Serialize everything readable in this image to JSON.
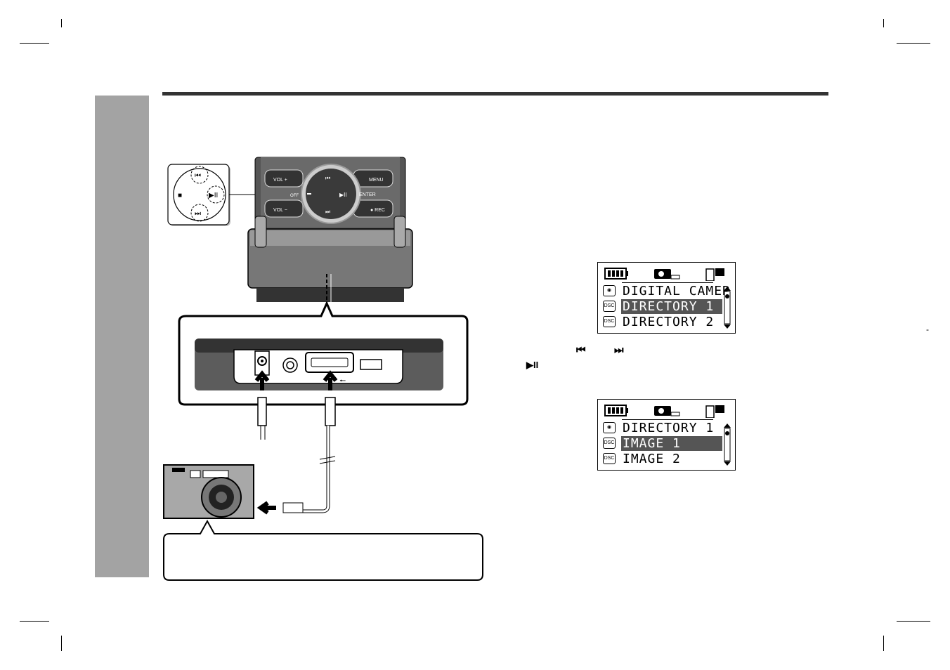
{
  "page": {
    "sidebar_color": "#a3a3a3",
    "rule_color": "#333333"
  },
  "remote": {
    "vol_plus": "VOL +",
    "vol_minus": "VOL −",
    "off": "OFF",
    "menu": "MENU",
    "enter": "ENTER",
    "rec": "● REC",
    "play_pause": "▶II",
    "prev": "⏮",
    "next": "⏭"
  },
  "key_legend": {
    "prev": "⏮",
    "next": "⏭",
    "play_pause": "▶II",
    "stop": "■"
  },
  "screen1": {
    "rows": [
      {
        "icon": "camera-folder",
        "text": "DIGITAL CAMER",
        "selected": false
      },
      {
        "icon": "DSC",
        "text": "DIRECTORY 1",
        "selected": true
      },
      {
        "icon": "DSC",
        "text": "DIRECTORY 2",
        "selected": false
      }
    ]
  },
  "screen2": {
    "rows": [
      {
        "icon": "camera-folder",
        "text": "DIRECTORY 1",
        "selected": false
      },
      {
        "icon": "DSC",
        "text": "IMAGE 1",
        "selected": true
      },
      {
        "icon": "DSC",
        "text": "IMAGE 2",
        "selected": false
      }
    ]
  },
  "instruction": {
    "prev_key": "⏮",
    "next_key": "⏭",
    "play_key": "▶II"
  },
  "margin_mark": "-"
}
